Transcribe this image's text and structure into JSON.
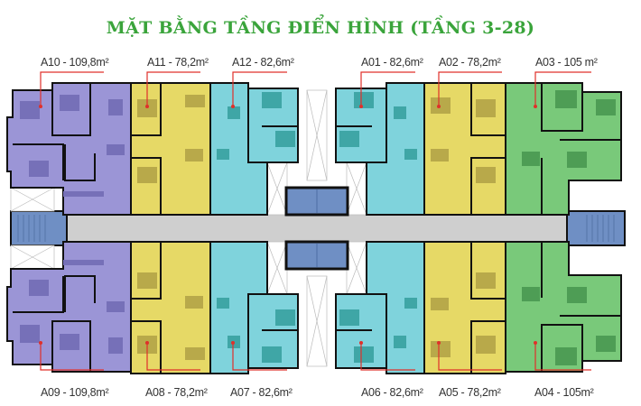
{
  "title": "MẶT BẰNG TẦNG ĐIỂN HÌNH (TẦNG 3-28)",
  "colors": {
    "title": "#3aa43b",
    "purple": "#9b95d6",
    "yellow": "#e6d966",
    "cyan": "#7fd3dc",
    "green": "#79c97a",
    "corridor": "#cfcfcf",
    "core": "#6f8fc4",
    "leader": "#e0302a",
    "wall": "#111111"
  },
  "units_top": [
    {
      "id": "A10",
      "area": "109,8",
      "unit": "m",
      "label": "A10 - 109,8m²",
      "color": "purple"
    },
    {
      "id": "A11",
      "area": "78,2",
      "unit": "m",
      "label": "A11 - 78,2m²",
      "color": "yellow"
    },
    {
      "id": "A12",
      "area": "82,6",
      "unit": "m",
      "label": "A12 - 82,6m²",
      "color": "cyan"
    },
    {
      "id": "A01",
      "area": "82,6",
      "unit": "m",
      "label": "A01 - 82,6m²",
      "color": "cyan"
    },
    {
      "id": "A02",
      "area": "78,2",
      "unit": "m",
      "label": "A02 - 78,2m²",
      "color": "yellow"
    },
    {
      "id": "A03",
      "area": "105",
      "unit": "m",
      "label": "A03 - 105 m²",
      "color": "green"
    }
  ],
  "units_bottom": [
    {
      "id": "A09",
      "area": "109,8",
      "unit": "m",
      "label": "A09 - 109,8m²",
      "color": "purple"
    },
    {
      "id": "A08",
      "area": "78,2",
      "unit": "m",
      "label": "A08 - 78,2m²",
      "color": "yellow"
    },
    {
      "id": "A07",
      "area": "82,6",
      "unit": "m",
      "label": "A07 - 82,6m²",
      "color": "cyan"
    },
    {
      "id": "A06",
      "area": "82,6",
      "unit": "m",
      "label": "A06 - 82,6m²",
      "color": "cyan"
    },
    {
      "id": "A05",
      "area": "78,2",
      "unit": "m",
      "label": "A05 - 78,2m²",
      "color": "yellow"
    },
    {
      "id": "A04",
      "area": "105",
      "unit": "m",
      "label": "A04 - 105m²",
      "color": "green"
    }
  ]
}
